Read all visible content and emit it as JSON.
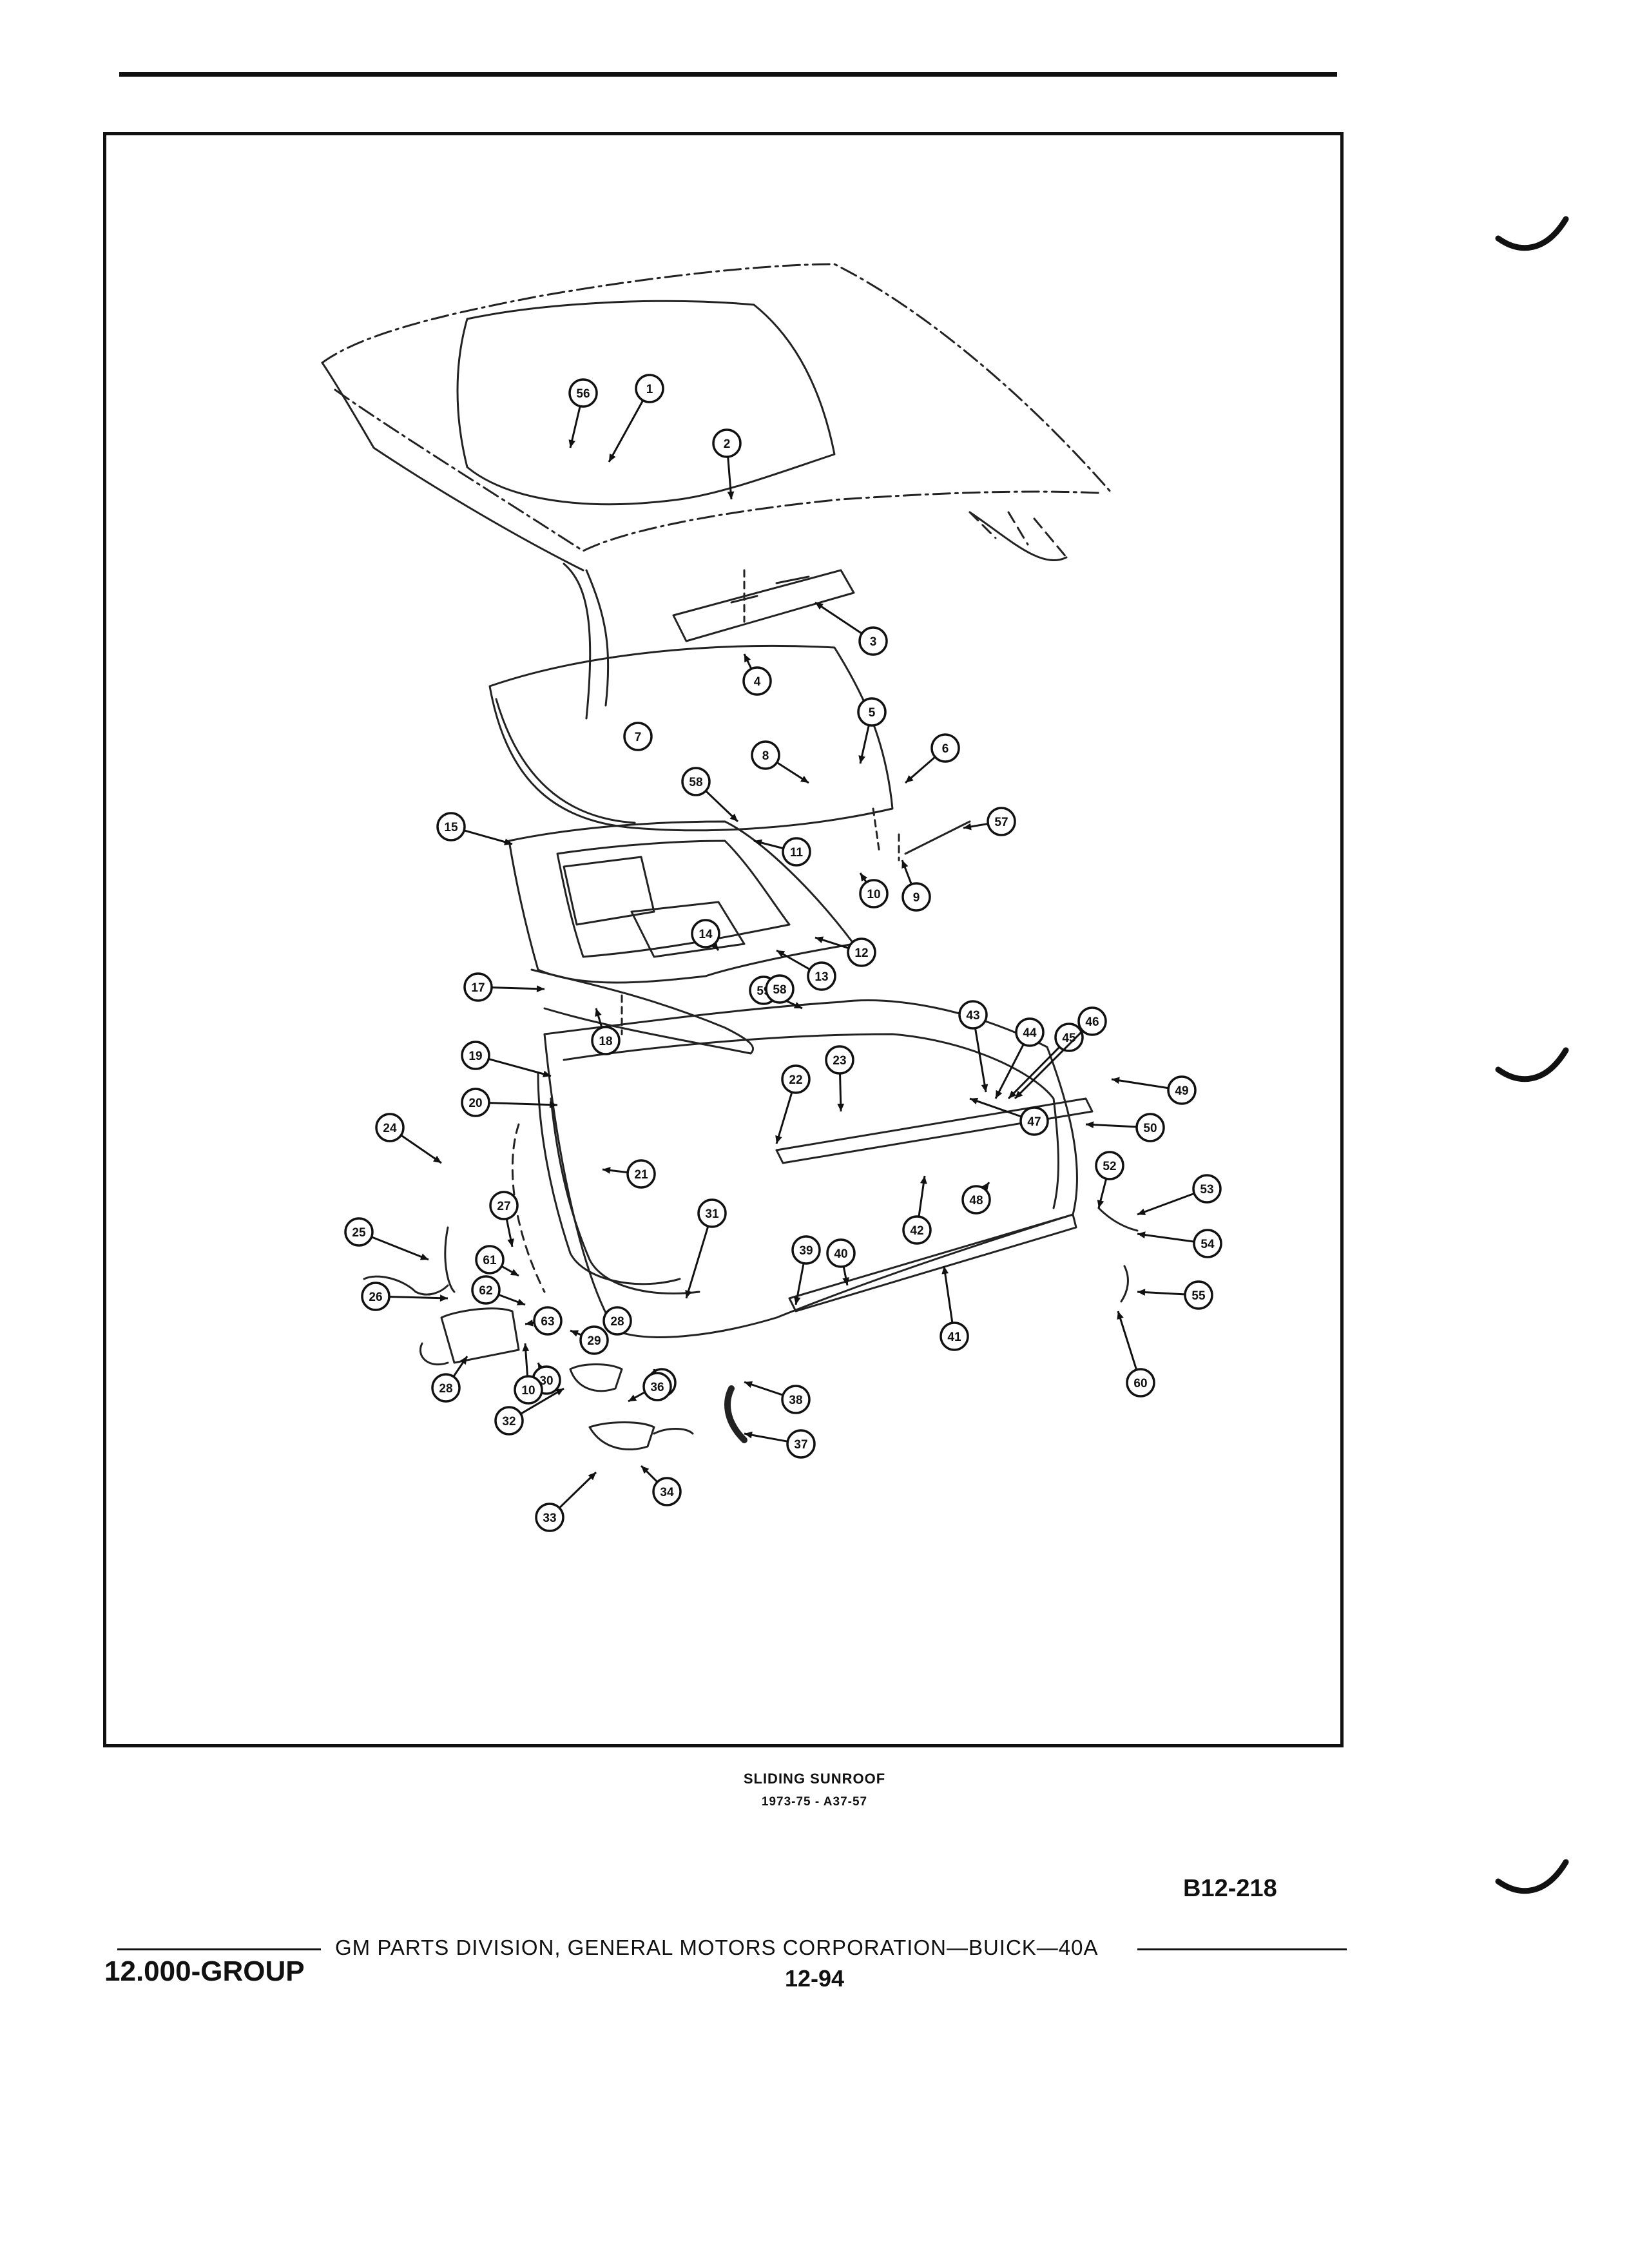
{
  "caption": {
    "title": "SLIDING SUNROOF",
    "subtitle": "1973-75 - A37-57",
    "figure_id": "B12-218"
  },
  "footer": {
    "group": "12.000-GROUP",
    "publisher": "GM PARTS DIVISION,  GENERAL MOTORS CORPORATION—BUICK—40A",
    "page": "12-94"
  },
  "diagram": {
    "callouts": [
      {
        "n": "1"
      },
      {
        "n": "2"
      },
      {
        "n": "3"
      },
      {
        "n": "4"
      },
      {
        "n": "5"
      },
      {
        "n": "6"
      },
      {
        "n": "7"
      },
      {
        "n": "8"
      },
      {
        "n": "9"
      },
      {
        "n": "10"
      },
      {
        "n": "11"
      },
      {
        "n": "12"
      },
      {
        "n": "13"
      },
      {
        "n": "14"
      },
      {
        "n": "15"
      },
      {
        "n": "17"
      },
      {
        "n": "18"
      },
      {
        "n": "19"
      },
      {
        "n": "20"
      },
      {
        "n": "21"
      },
      {
        "n": "22"
      },
      {
        "n": "23"
      },
      {
        "n": "24"
      },
      {
        "n": "25"
      },
      {
        "n": "26"
      },
      {
        "n": "27"
      },
      {
        "n": "28"
      },
      {
        "n": "29"
      },
      {
        "n": "30"
      },
      {
        "n": "31"
      },
      {
        "n": "32"
      },
      {
        "n": "33"
      },
      {
        "n": "34"
      },
      {
        "n": "35"
      },
      {
        "n": "36"
      },
      {
        "n": "37"
      },
      {
        "n": "38"
      },
      {
        "n": "39"
      },
      {
        "n": "40"
      },
      {
        "n": "41"
      },
      {
        "n": "42"
      },
      {
        "n": "43"
      },
      {
        "n": "44"
      },
      {
        "n": "45"
      },
      {
        "n": "46"
      },
      {
        "n": "47"
      },
      {
        "n": "48"
      },
      {
        "n": "49"
      },
      {
        "n": "50"
      },
      {
        "n": "52"
      },
      {
        "n": "53"
      },
      {
        "n": "54"
      },
      {
        "n": "55"
      },
      {
        "n": "56"
      },
      {
        "n": "57"
      },
      {
        "n": "58"
      },
      {
        "n": "59"
      },
      {
        "n": "60"
      },
      {
        "n": "61"
      },
      {
        "n": "62"
      },
      {
        "n": "63"
      },
      {
        "n": "10"
      },
      {
        "n": "28"
      },
      {
        "n": "58"
      }
    ]
  }
}
